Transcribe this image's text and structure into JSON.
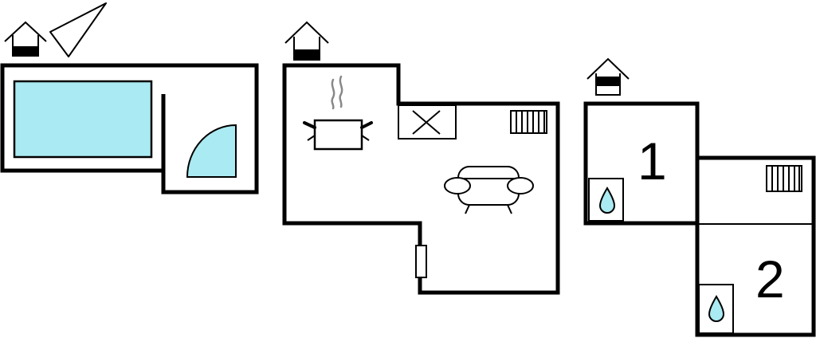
{
  "floorplan": {
    "colors": {
      "wall": "#000000",
      "water": "#aaeaf2",
      "steam": "#888888",
      "background": "#ffffff"
    },
    "rooms": [
      {
        "id": "room-1",
        "label": "1"
      },
      {
        "id": "room-2",
        "label": "2"
      }
    ],
    "icons": [
      "house-level-icon",
      "north-arrow-icon",
      "pool-icon",
      "shower-icon",
      "cooking-pot-icon",
      "sofa-icon",
      "radiator-icon",
      "fireplace-icon",
      "heater-icon",
      "water-drop-icon"
    ]
  }
}
